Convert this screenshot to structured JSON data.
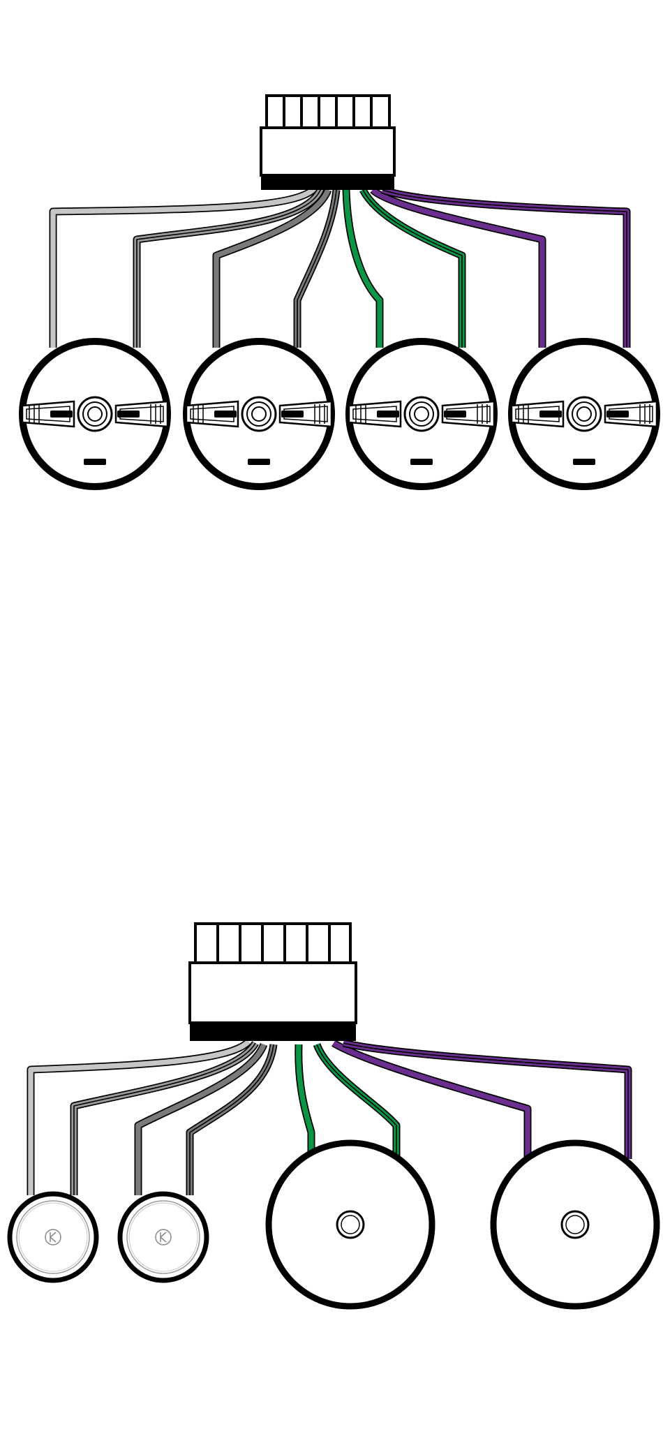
{
  "colors": {
    "background": "#ffffff",
    "outline": "#000000",
    "wire_light_gray": "#c6c6c6",
    "wire_gray_stripe": "#9a9a9a",
    "wire_dark_gray": "#7a7a7a",
    "wire_green": "#0a9646",
    "wire_purple": "#6a2f8e"
  },
  "diagrams": [
    {
      "id": "four-coaxial-speakers",
      "connector_pins": 7,
      "speakers": [
        {
          "type": "coaxial",
          "wires": [
            "wire_light_gray",
            "wire_gray_stripe"
          ]
        },
        {
          "type": "coaxial",
          "wires": [
            "wire_dark_gray",
            "wire_dark_gray"
          ]
        },
        {
          "type": "coaxial",
          "wires": [
            "wire_green",
            "wire_green"
          ]
        },
        {
          "type": "coaxial",
          "wires": [
            "wire_purple",
            "wire_purple"
          ]
        }
      ]
    },
    {
      "id": "component-tweeters-woofers",
      "connector_pins": 7,
      "speakers": [
        {
          "type": "tweeter",
          "wires": [
            "wire_light_gray",
            "wire_gray_stripe"
          ]
        },
        {
          "type": "tweeter",
          "wires": [
            "wire_dark_gray",
            "wire_dark_gray"
          ]
        },
        {
          "type": "woofer",
          "wires": [
            "wire_green",
            "wire_green"
          ]
        },
        {
          "type": "woofer",
          "wires": [
            "wire_purple",
            "wire_purple"
          ]
        }
      ]
    }
  ]
}
